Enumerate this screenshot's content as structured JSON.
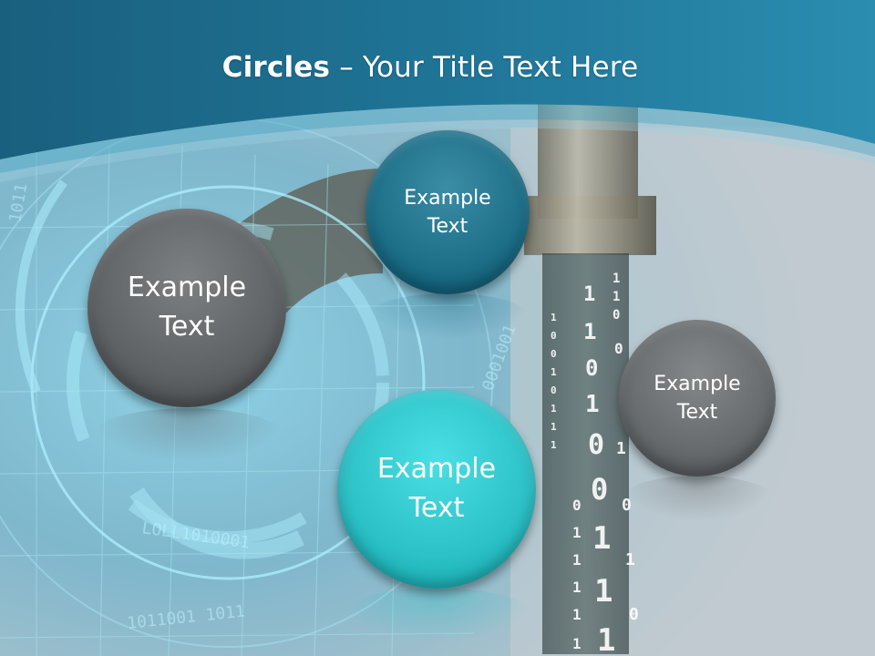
{
  "title": {
    "bold": "Circles",
    "rest": " – Your Title Text Here"
  },
  "circles": [
    {
      "line1": "Example",
      "line2": "Text",
      "color": "#5e6264"
    },
    {
      "line1": "Example",
      "line2": "Text",
      "color": "#1d6e87"
    },
    {
      "line1": "Example",
      "line2": "Text",
      "color": "#2cc1c6"
    },
    {
      "line1": "Example",
      "line2": "Text",
      "color": "#666a6c"
    }
  ],
  "colors": {
    "header": "#1e6f8f",
    "band": "#4a9fbf",
    "background": "#c8d2d8"
  }
}
